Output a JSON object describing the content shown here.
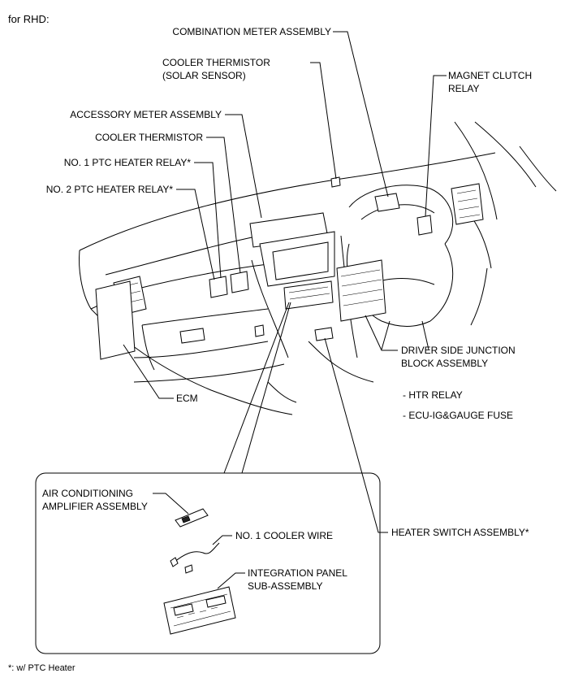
{
  "title": "for RHD:",
  "labels": {
    "combination_meter": "COMBINATION METER ASSEMBLY",
    "cooler_thermistor_solar_1": "COOLER THERMISTOR",
    "cooler_thermistor_solar_2": "(SOLAR SENSOR)",
    "magnet_clutch_1": "MAGNET CLUTCH",
    "magnet_clutch_2": "RELAY",
    "accessory_meter": "ACCESSORY METER ASSEMBLY",
    "cooler_thermistor": "COOLER THERMISTOR",
    "ptc_relay_1": "NO. 1 PTC HEATER RELAY*",
    "ptc_relay_2": "NO. 2 PTC HEATER RELAY*",
    "driver_junction_1": "DRIVER SIDE JUNCTION",
    "driver_junction_2": "BLOCK ASSEMBLY",
    "htr_relay": "- HTR RELAY",
    "ecu_ig_fuse": "- ECU-IG&GAUGE FUSE",
    "ecm": "ECM",
    "ac_amplifier_1": "AIR CONDITIONING",
    "ac_amplifier_2": "AMPLIFIER ASSEMBLY",
    "cooler_wire": "NO. 1 COOLER WIRE",
    "integration_panel_1": "INTEGRATION PANEL",
    "integration_panel_2": "SUB-ASSEMBLY",
    "heater_switch": "HEATER SWITCH ASSEMBLY*"
  },
  "footnote": "*: w/ PTC Heater"
}
